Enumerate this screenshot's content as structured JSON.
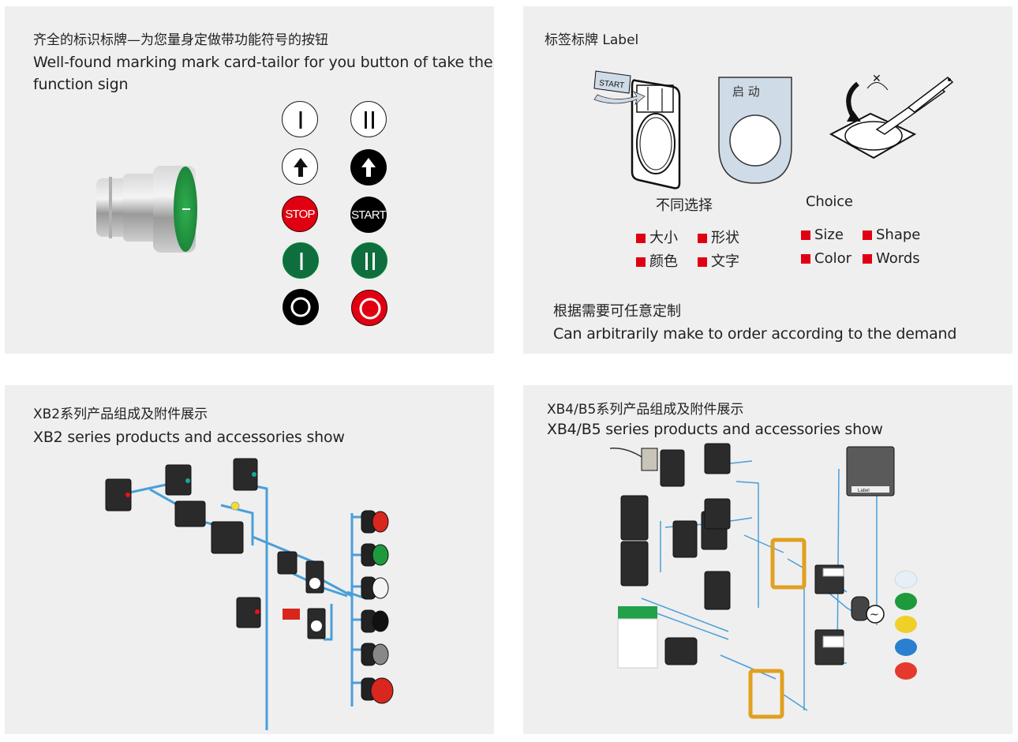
{
  "panel_marking": {
    "title_cn": "齐全的标识标牌—为您量身定做带功能符号的按钮",
    "title_en_line1": "Well-found marking mark card-tailor for you button of take the",
    "title_en_line2": "function sign",
    "symbols": [
      {
        "name": "on-symbol",
        "glyph": "I",
        "style": "outline"
      },
      {
        "name": "double-bar-symbol",
        "glyph": "II",
        "style": "outline"
      },
      {
        "name": "up-arrow-symbol",
        "glyph": "↑",
        "style": "outline"
      },
      {
        "name": "up-arrow-symbol-black",
        "glyph": "↑",
        "style": "black"
      },
      {
        "name": "stop-symbol",
        "glyph": "STOP",
        "style": "red"
      },
      {
        "name": "start-symbol",
        "glyph": "START",
        "style": "black"
      },
      {
        "name": "on-symbol-green",
        "glyph": "I",
        "style": "green"
      },
      {
        "name": "double-bar-symbol-green",
        "glyph": "II",
        "style": "green"
      },
      {
        "name": "off-symbol-black",
        "glyph": "O",
        "style": "black"
      },
      {
        "name": "off-symbol-red",
        "glyph": "O",
        "style": "red"
      }
    ]
  },
  "panel_label": {
    "title": "标签标牌  Label",
    "insert_label_text": "START",
    "plate_text": "启  动",
    "choice_cn": "不同选择",
    "choice_en": "Choice",
    "options_cn": [
      "大小",
      "形状",
      "颜色",
      "文字"
    ],
    "options_en": [
      "Size",
      "Shape",
      "Color",
      "Words"
    ],
    "custom_cn": "根据需要可任意定制",
    "custom_en": "Can arbitrarily make to order according to the demand"
  },
  "panel_xb2": {
    "title_cn": "XB2系列产品组成及附件展示",
    "title_en": "XB2 series products and accessories show"
  },
  "panel_xb4": {
    "title_cn": "XB4/B5系列产品组成及附件展示",
    "title_en": "XB4/B5 series products and accessories show",
    "legend_label": "Label"
  },
  "colors": {
    "panel_bg": "#efefef",
    "accent_red": "#e00012",
    "symbol_green": "#0f6e3d",
    "connector_blue": "#4a9fd8"
  }
}
